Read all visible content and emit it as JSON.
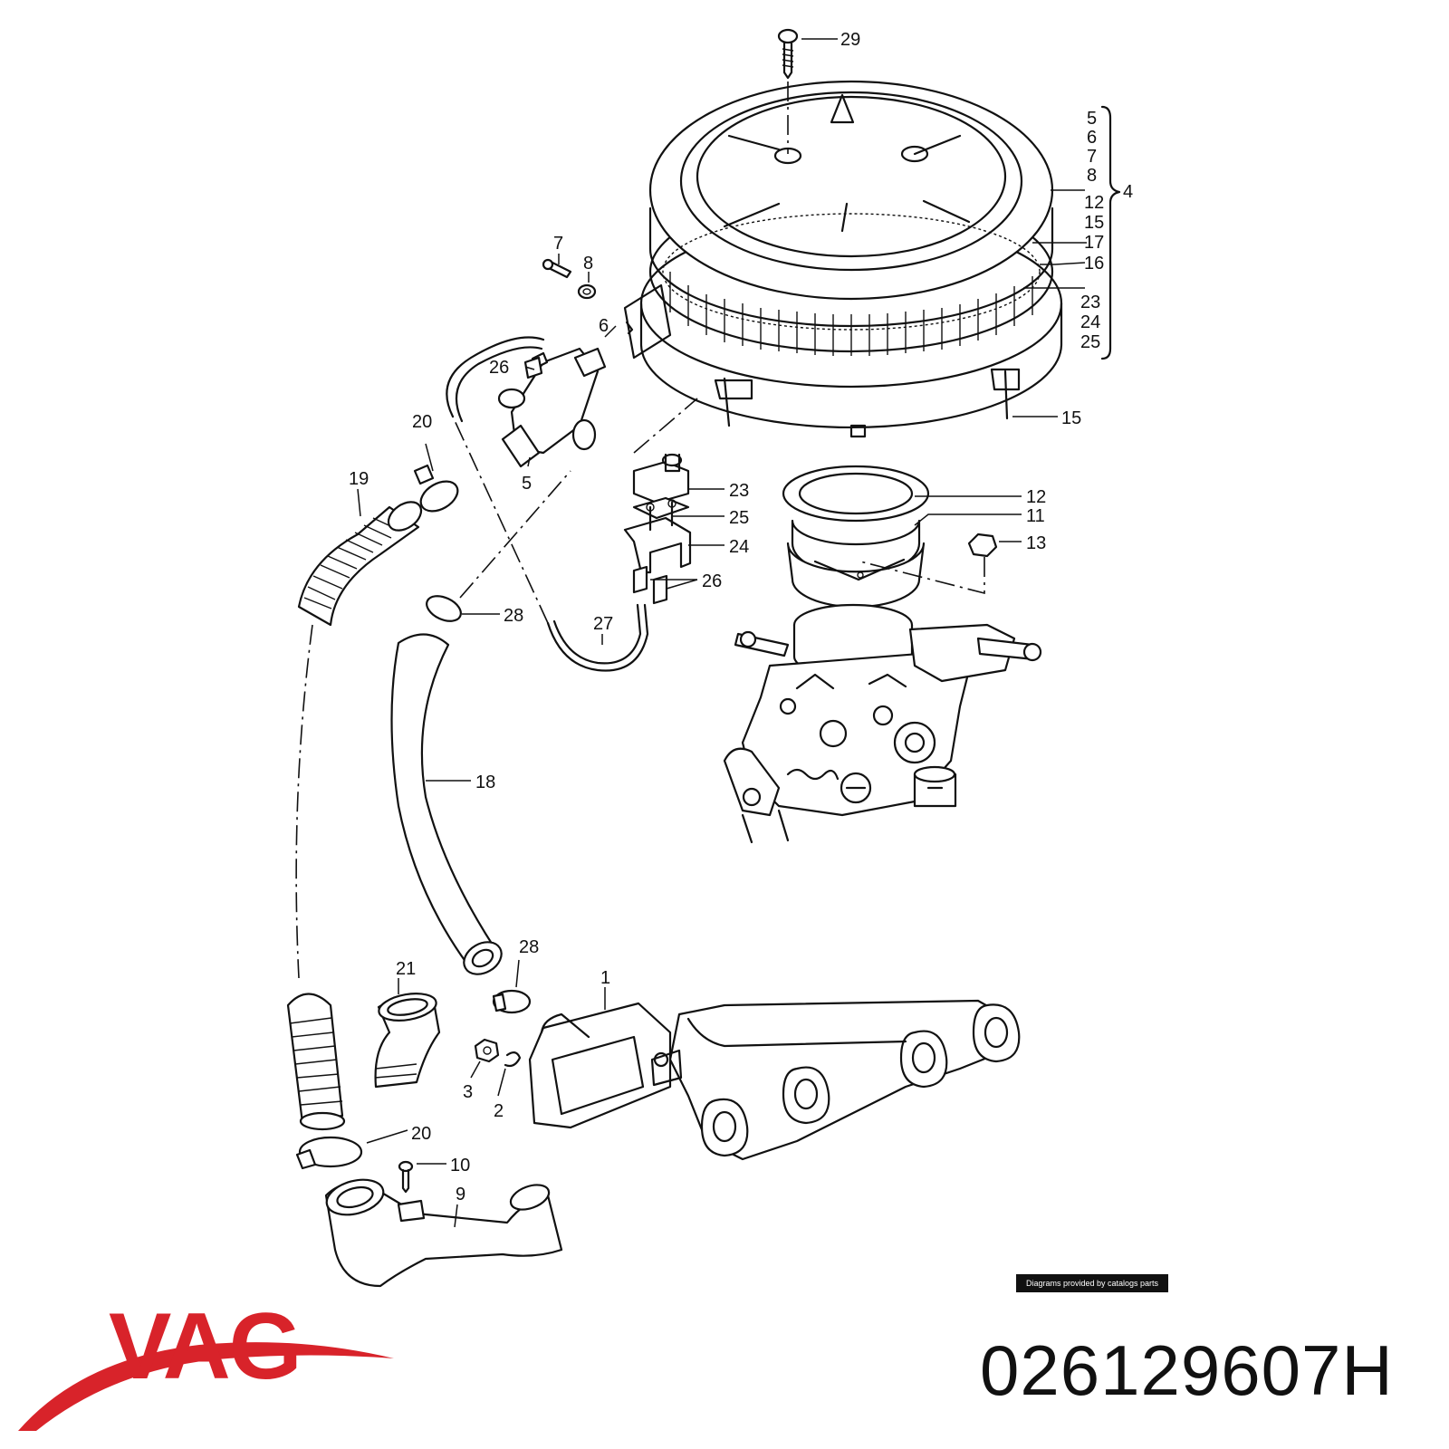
{
  "diagram": {
    "callouts": [
      {
        "id": "c29",
        "text": "29"
      },
      {
        "id": "c5a",
        "text": "5"
      },
      {
        "id": "c6a",
        "text": "6"
      },
      {
        "id": "c7a",
        "text": "7"
      },
      {
        "id": "c8a",
        "text": "8"
      },
      {
        "id": "c12a",
        "text": "12"
      },
      {
        "id": "c15a",
        "text": "15"
      },
      {
        "id": "c17",
        "text": "17"
      },
      {
        "id": "c16",
        "text": "16"
      },
      {
        "id": "c23a",
        "text": "23"
      },
      {
        "id": "c24a",
        "text": "24"
      },
      {
        "id": "c25a",
        "text": "25"
      },
      {
        "id": "c4",
        "text": "4"
      },
      {
        "id": "c7b",
        "text": "7"
      },
      {
        "id": "c8b",
        "text": "8"
      },
      {
        "id": "c6b",
        "text": "6"
      },
      {
        "id": "c26a",
        "text": "26"
      },
      {
        "id": "c20a",
        "text": "20"
      },
      {
        "id": "c5b",
        "text": "5"
      },
      {
        "id": "c19",
        "text": "19"
      },
      {
        "id": "c15b",
        "text": "15"
      },
      {
        "id": "c23b",
        "text": "23"
      },
      {
        "id": "c25b",
        "text": "25"
      },
      {
        "id": "c24b",
        "text": "24"
      },
      {
        "id": "c26b",
        "text": "26"
      },
      {
        "id": "c12b",
        "text": "12"
      },
      {
        "id": "c11",
        "text": "11"
      },
      {
        "id": "c13",
        "text": "13"
      },
      {
        "id": "c28a",
        "text": "28"
      },
      {
        "id": "c27",
        "text": "27"
      },
      {
        "id": "c18",
        "text": "18"
      },
      {
        "id": "c21",
        "text": "21"
      },
      {
        "id": "c28b",
        "text": "28"
      },
      {
        "id": "c1",
        "text": "1"
      },
      {
        "id": "c3",
        "text": "3"
      },
      {
        "id": "c2",
        "text": "2"
      },
      {
        "id": "c20b",
        "text": "20"
      },
      {
        "id": "c10",
        "text": "10"
      },
      {
        "id": "c9",
        "text": "9"
      }
    ],
    "credit": "Diagrams provided by catalogs parts"
  },
  "brand": {
    "logo_text": "VAG",
    "logo_color": "#d8232a"
  },
  "part_number": "026129607H"
}
